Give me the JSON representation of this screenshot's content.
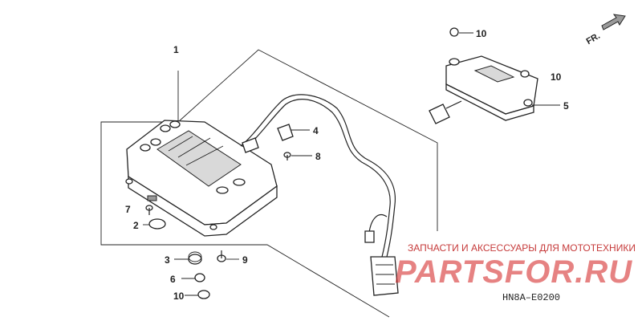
{
  "callouts": {
    "p1": "1",
    "p2": "2",
    "p3": "3",
    "p4": "4",
    "p5": "5",
    "p6": "6",
    "p7": "7",
    "p8": "8",
    "p9": "9",
    "p10a": "10",
    "p10b": "10",
    "p10c": "10"
  },
  "direction_label": "FR.",
  "diagram_code": "HN8A–E0200",
  "watermark": {
    "caption": "ЗАПЧАСТИ И АКСЕССУАРЫ ДЛЯ МОТОТЕХНИКИ",
    "brand": "PARTSFOR.RU"
  },
  "colors": {
    "line": "#222222",
    "watermark_red": "#d21c1c"
  }
}
